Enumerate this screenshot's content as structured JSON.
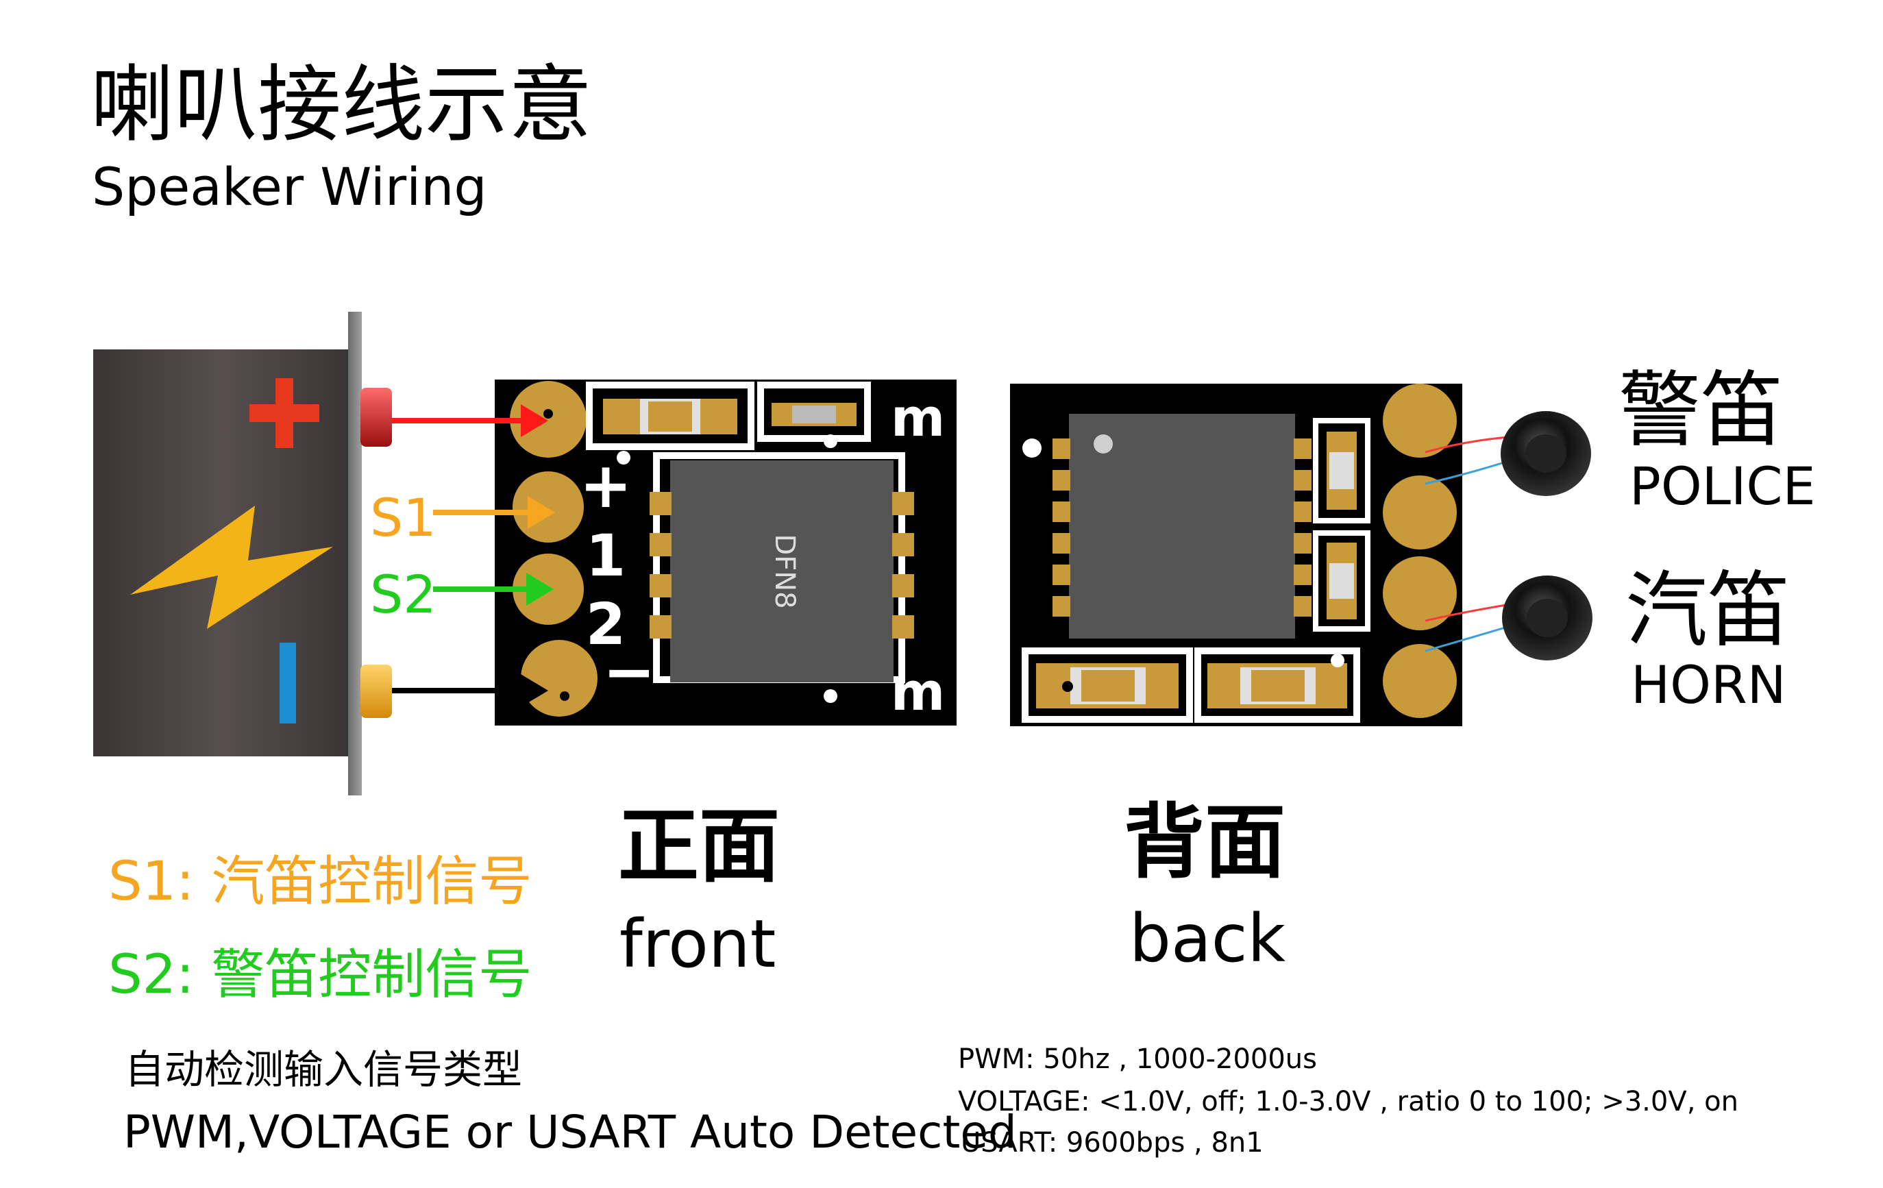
{
  "title": {
    "cn": "喇叭接线示意",
    "en": "Speaker Wiring"
  },
  "signals": {
    "s1_label": "S1",
    "s2_label": "S2",
    "s1_desc": "S1: 汽笛控制信号",
    "s2_desc": "S2: 警笛控制信号"
  },
  "front": {
    "cn": "正面",
    "en": "front",
    "chip_label": "DFN8",
    "pin_plus": "+",
    "pin_1": "1",
    "pin_2": "2",
    "pin_minus": "−"
  },
  "back": {
    "cn": "背面",
    "en": "back"
  },
  "speakers": {
    "police_cn": "警笛",
    "police_en": "POLICE",
    "horn_cn": "汽笛",
    "horn_en": "HORN"
  },
  "detect": {
    "cn": "自动检测输入信号类型",
    "en": "PWM,VOLTAGE or USART Auto Detected"
  },
  "specs": {
    "pwm": "PWM: 50hz , 1000-2000us",
    "voltage": "VOLTAGE:  <1.0V, off; 1.0-3.0V , ratio 0 to 100; >3.0V, on",
    "usart": "USART:  9600bps , 8n1"
  },
  "colors": {
    "wire_positive": "#ff1a1a",
    "wire_s1": "#f5a51f",
    "wire_s2": "#22cc1f",
    "wire_negative": "#000000",
    "pad_gold": "#c99a3a",
    "pcb_black": "#000000",
    "battery_plus": "#e8391f",
    "battery_minus": "#1a8fd1",
    "bolt": "#f2b417"
  }
}
